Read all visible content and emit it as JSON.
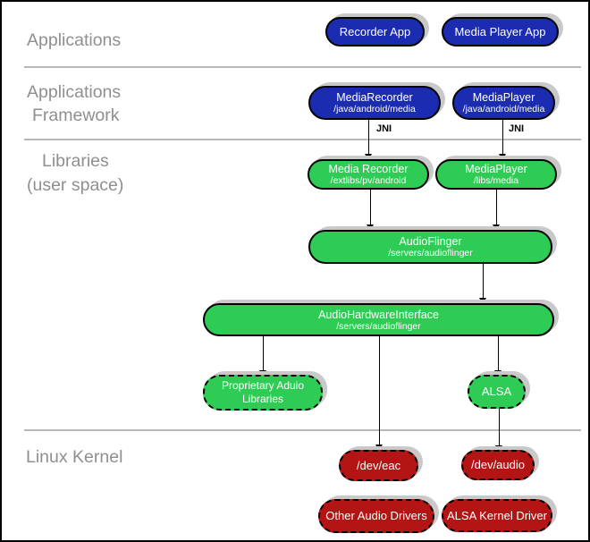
{
  "colors": {
    "app_blue": "#1c2cb0",
    "lib_green": "#2ecc55",
    "kernel_red": "#b31414",
    "row_label_gray": "#8f8f8f",
    "divider_gray": "#b8b8b8",
    "shadow_gray": "#c9c9c9",
    "node_text": "#ffffff"
  },
  "rows": [
    {
      "lines": [
        "Applications"
      ]
    },
    {
      "lines": [
        "Applications",
        "Framework"
      ]
    },
    {
      "lines": [
        "Libraries",
        "(user space)"
      ]
    },
    {
      "lines": [
        "Linux Kernel"
      ]
    }
  ],
  "edge_labels": {
    "jni": "JNI"
  },
  "nodes": {
    "recorder_app": {
      "label": "Recorder App"
    },
    "media_player_app": {
      "label": "Media Player App"
    },
    "media_recorder_fw": {
      "label": "MediaRecorder",
      "path": "/java/android/media"
    },
    "media_player_fw": {
      "label": "MediaPlayer",
      "path": "/java/android/media"
    },
    "media_recorder_lib": {
      "label": "Media Recorder",
      "path": "/extlibs/pv/android"
    },
    "media_player_lib": {
      "label": "MediaPlayer",
      "path": "/libs/media"
    },
    "audio_flinger": {
      "label": "AudioFlinger",
      "path": "/servers/audioflinger"
    },
    "audio_hardware_interface": {
      "label": "AudioHardwareInterface",
      "path": "/servers/audioflinger"
    },
    "proprietary_audio_libraries": {
      "label": "Proprietary Aduio Libraries"
    },
    "alsa": {
      "label": "ALSA"
    },
    "dev_eac": {
      "label": "/dev/eac"
    },
    "dev_audio": {
      "label": "/dev/audio"
    },
    "other_audio_drivers": {
      "label": "Other Audio Drivers"
    },
    "alsa_kernel_driver": {
      "label": "ALSA Kernel Driver"
    }
  }
}
